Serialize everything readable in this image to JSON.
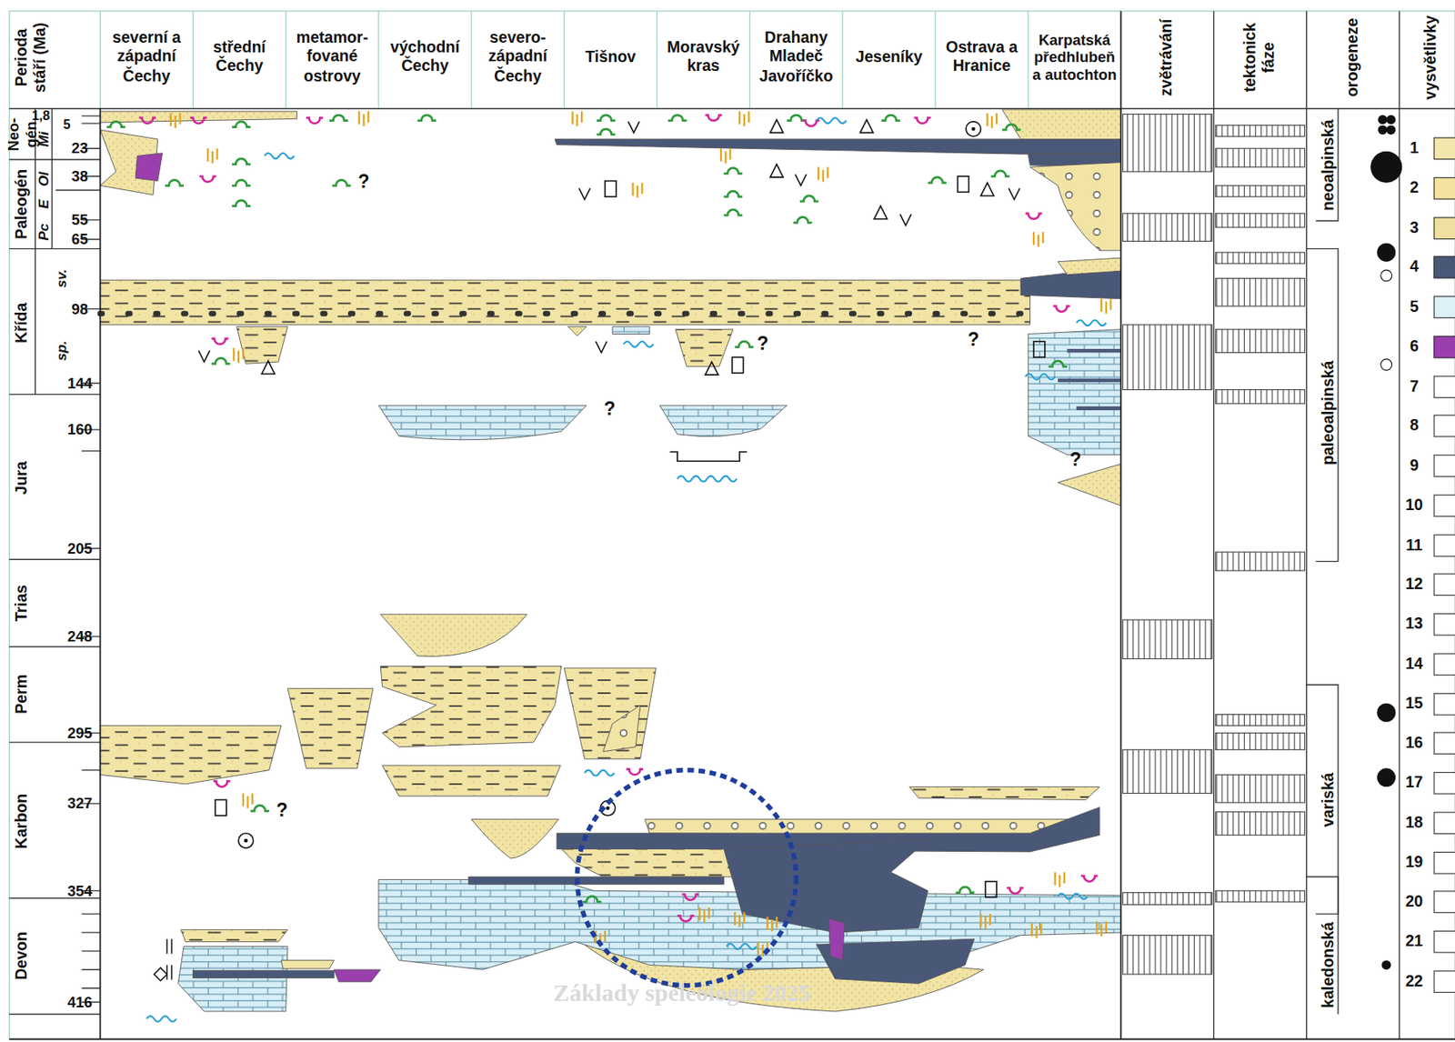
{
  "diagram": {
    "labels": [
      "Perioda stáří (Ma)",
      "severní a západní Čechy",
      "střední Čechy",
      "metamor-fované ostrovy",
      "východní Čechy",
      "severo-západní Čechy",
      "Tišnov",
      "Moravský kras",
      "Drahany Mladeč Javoříčko",
      "Jeseníky",
      "Ostrava a Hranice",
      "Karpatská předhlubeň a autochton",
      "zvětrávání",
      "tektonick fáze",
      "orogeneze",
      "vysvětlivky",
      "Neo- gén",
      "Paleogén",
      "Křída",
      "Jura",
      "Trias",
      "Perm",
      "Karbon",
      "Devon",
      "Mi",
      "Ol",
      "E",
      "Pc",
      "sv.",
      "sp.",
      "1,8",
      "5",
      "23",
      "38",
      "55",
      "65",
      "98",
      "144",
      "160",
      "205",
      "248",
      "295",
      "327",
      "354",
      "416",
      "neoalpinská",
      "paleoalpinská",
      "variská",
      "kaledonská",
      "?",
      "?",
      "?",
      "?",
      "?",
      "?",
      "Základy speleologie 2025"
    ],
    "legend": [
      {
        "text": "1",
        "color": "#f4e7ad"
      },
      {
        "text": "2",
        "color": "#f2e3a0"
      },
      {
        "text": "3",
        "color": "#efe0a0"
      },
      {
        "text": "4",
        "color": "#4a5878"
      },
      {
        "text": "5",
        "color": "#dcf0f8"
      },
      {
        "text": "6",
        "color": "#9b3fae"
      },
      {
        "text": "7"
      },
      {
        "text": "8"
      },
      {
        "text": "9"
      },
      {
        "text": "10"
      },
      {
        "text": "11"
      },
      {
        "text": "12"
      },
      {
        "text": "13"
      },
      {
        "text": "14"
      },
      {
        "text": "15"
      },
      {
        "text": "16"
      },
      {
        "text": "17"
      },
      {
        "text": "18"
      },
      {
        "text": "19"
      },
      {
        "text": "20"
      },
      {
        "text": "21"
      },
      {
        "text": "22"
      }
    ]
  }
}
